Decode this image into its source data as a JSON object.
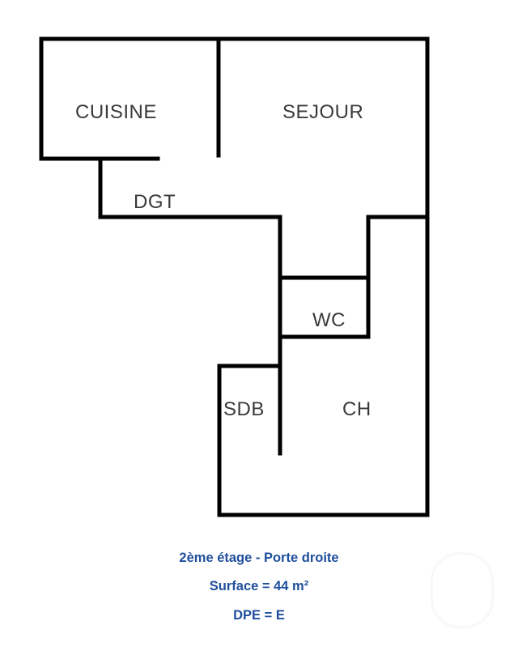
{
  "floor_plan": {
    "wall_color": "#000000",
    "rooms": [
      {
        "id": "cuisine",
        "label": "CUISINE"
      },
      {
        "id": "sejour",
        "label": "SEJOUR"
      },
      {
        "id": "dgt",
        "label": "DGT"
      },
      {
        "id": "wc",
        "label": "WC"
      },
      {
        "id": "sdb",
        "label": "SDB"
      },
      {
        "id": "ch",
        "label": "CH"
      }
    ]
  },
  "caption": {
    "line1": "2ème étage - Porte droite",
    "line2": "Surface = 44 m²",
    "line3": "DPE = E",
    "color": "#1f4e9c"
  }
}
